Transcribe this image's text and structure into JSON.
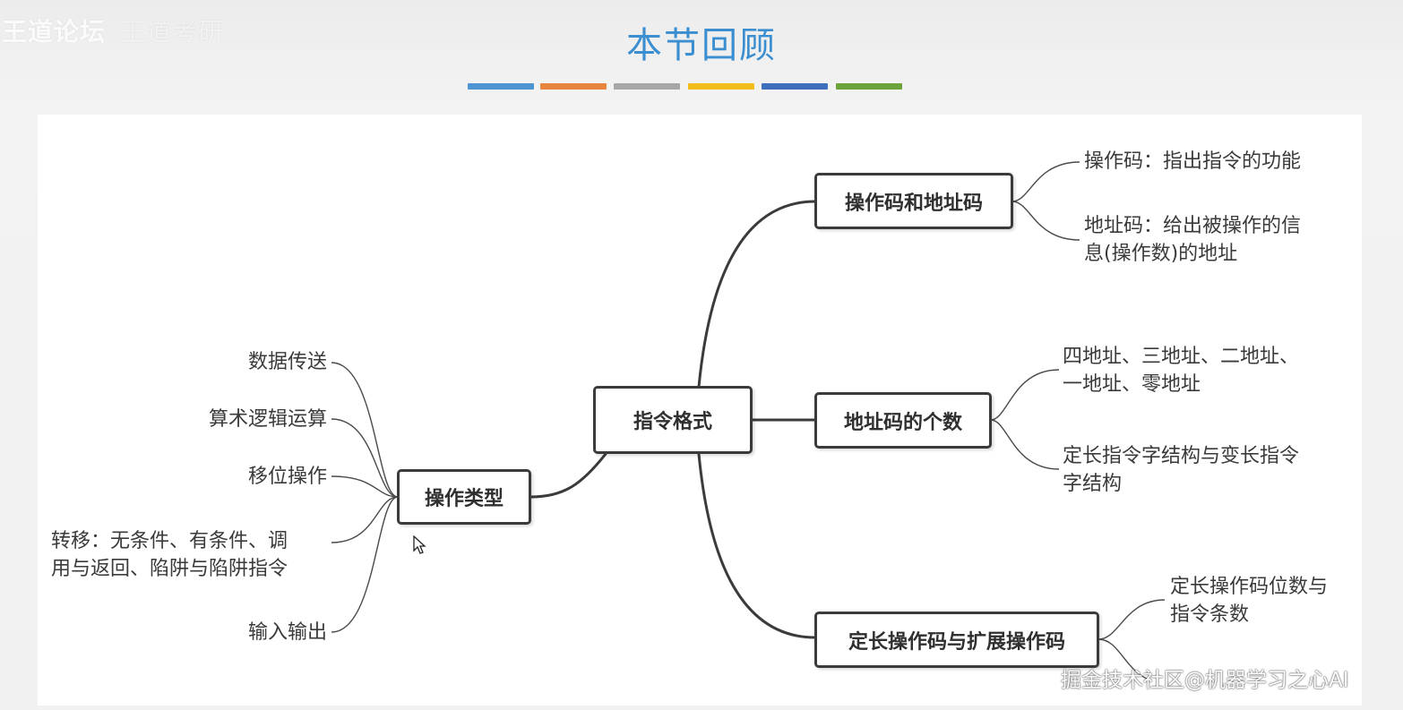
{
  "watermark_top_left": "王道论坛",
  "watermark_top_left_faint": "王道考研",
  "title": "本节回顾",
  "color_bars": [
    "#4f95d4",
    "#e8843c",
    "#a7a7a7",
    "#f2bc1b",
    "#3e6fbd",
    "#6ca33a"
  ],
  "mindmap": {
    "center": "指令格式",
    "op_type": "操作类型",
    "op_type_children": [
      "数据传送",
      "算术逻辑运算",
      "移位操作",
      "转移：无条件、有条件、调\n用与返回、陷阱与陷阱指令",
      "输入输出"
    ],
    "opcode_addr": "操作码和地址码",
    "opcode_addr_children": [
      "操作码：指出指令的功能",
      "地址码：给出被操作的信\n息(操作数)的地址"
    ],
    "addr_count": "地址码的个数",
    "addr_count_children": [
      "四地址、三地址、二地址、\n一地址、零地址",
      "定长指令字结构与变长指令\n字结构"
    ],
    "fixed_ext": "定长操作码与扩展操作码",
    "fixed_ext_children": [
      "定长操作码位数与\n指令条数"
    ]
  },
  "watermark_bottom_right": "掘金技术社区@机器学习之心AI"
}
